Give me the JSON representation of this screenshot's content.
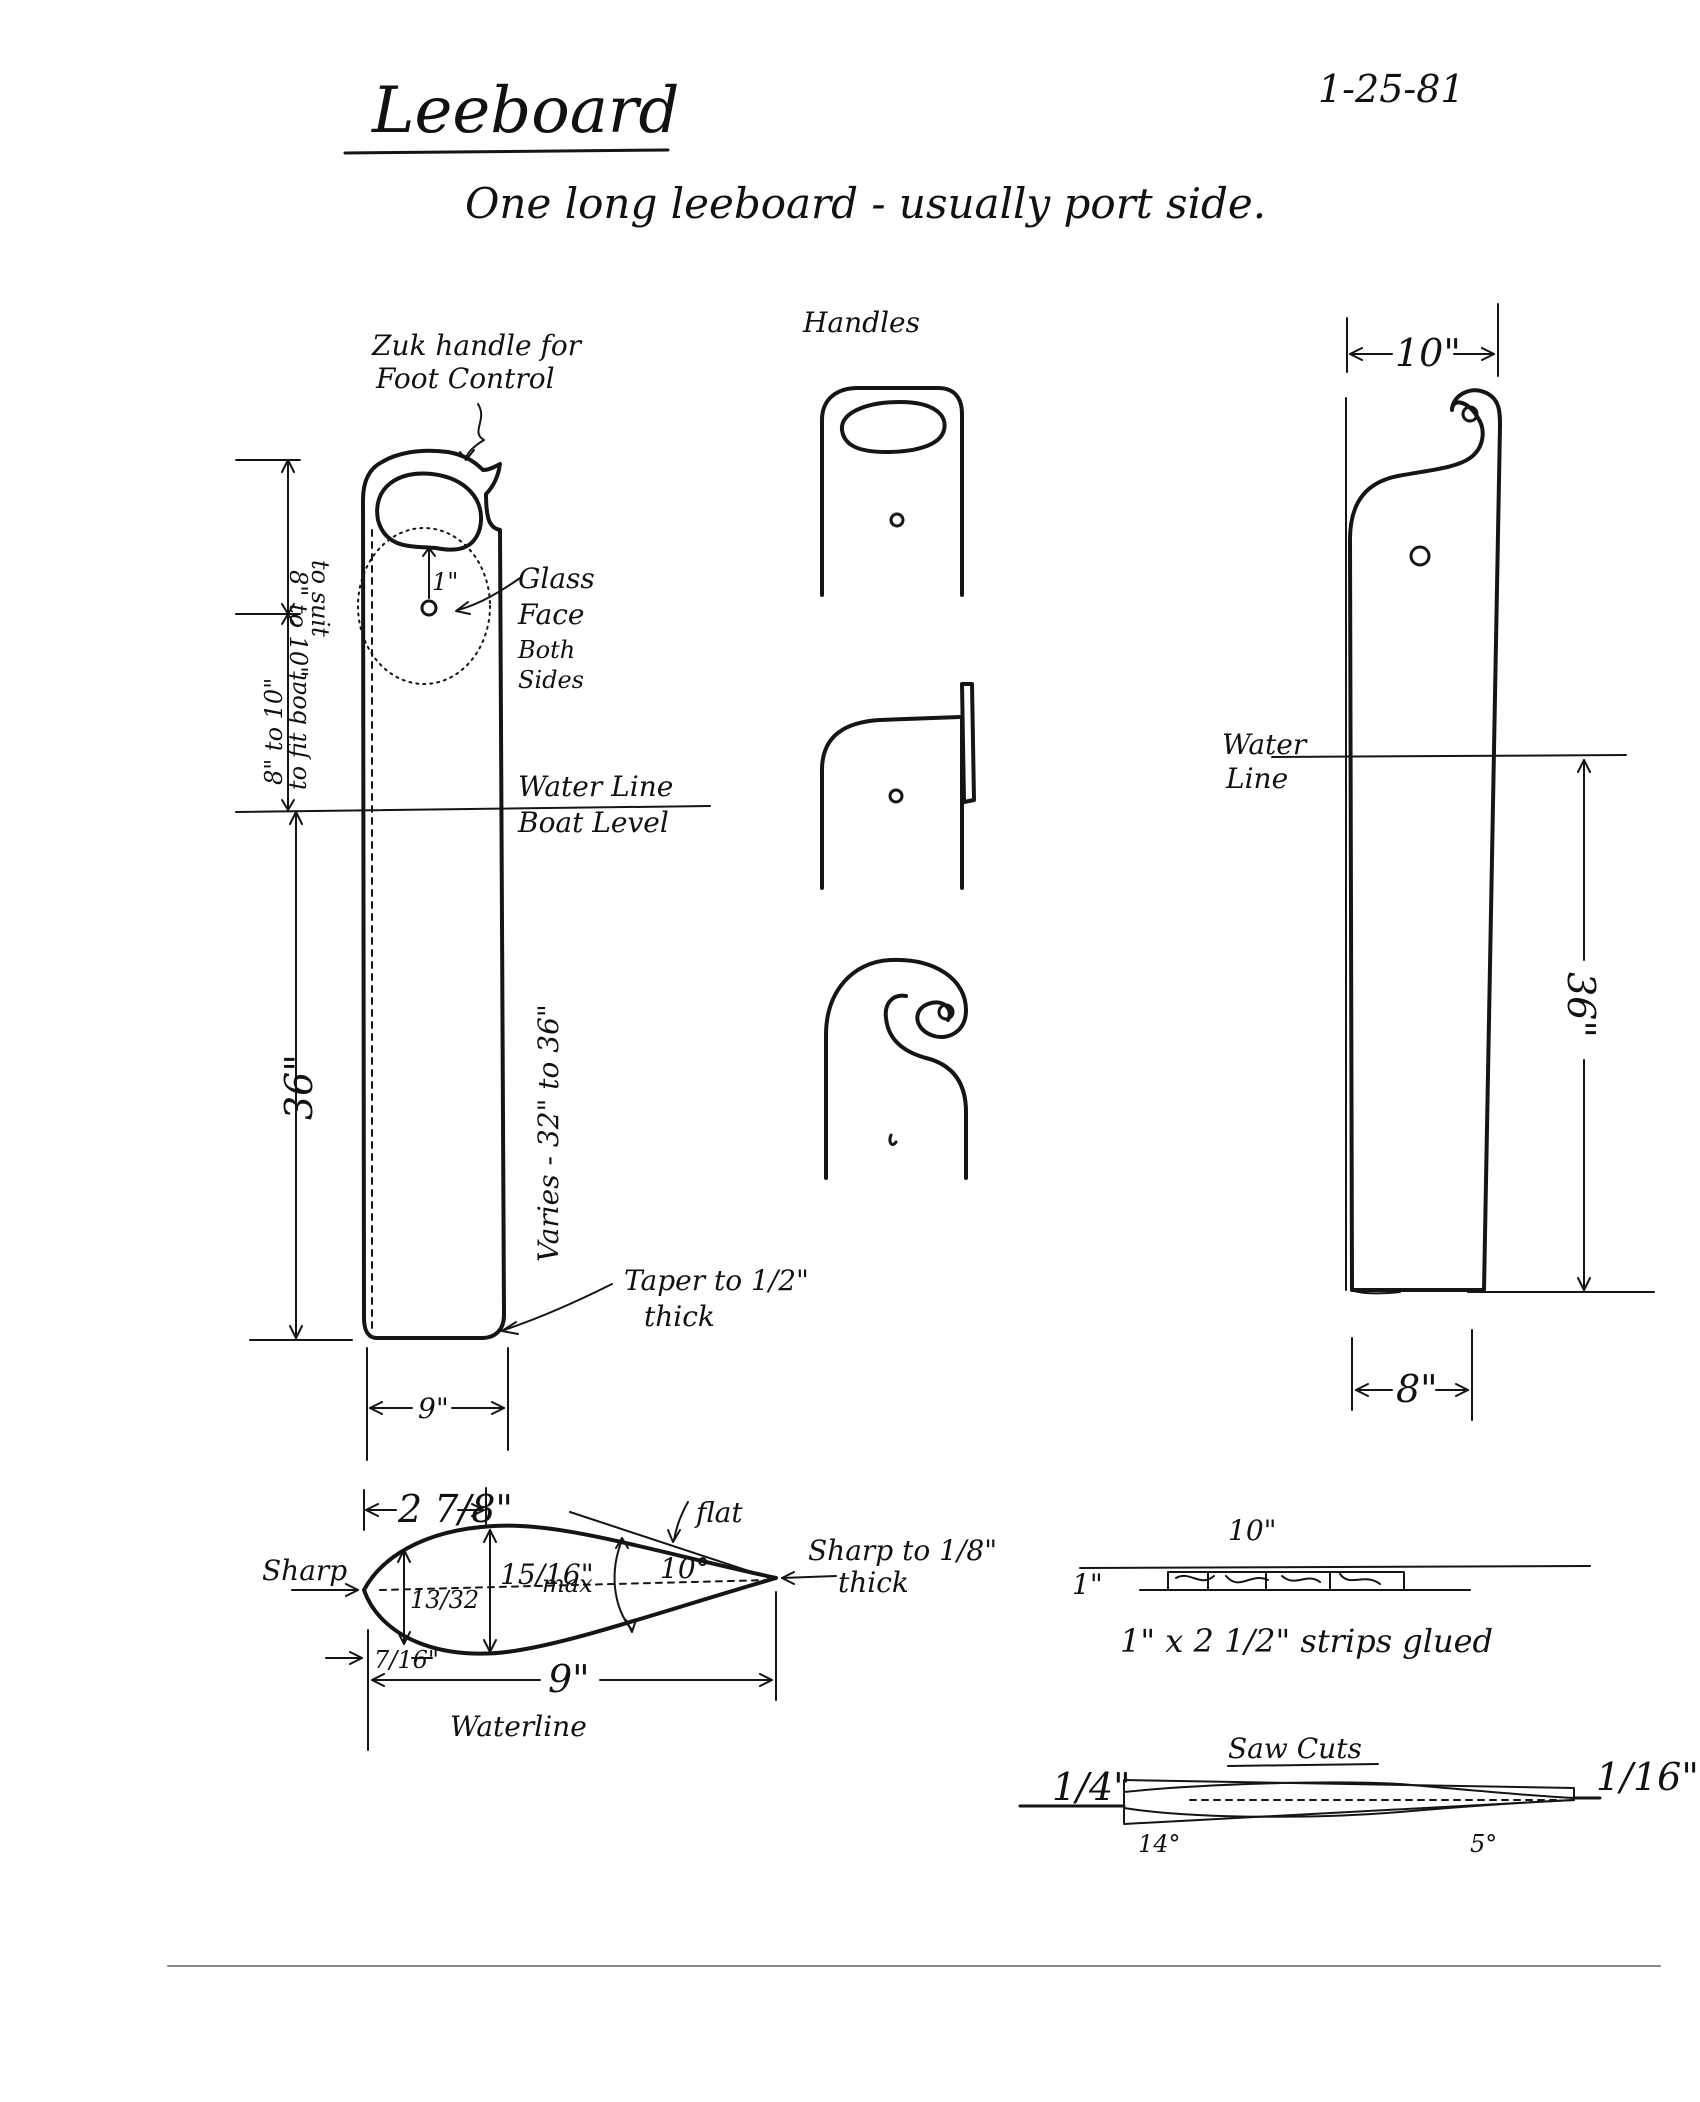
{
  "header": {
    "title": "Leeboard",
    "date": "1-25-81",
    "subtitle": "One long leeboard - usually port side."
  },
  "left_board": {
    "handle_note_line1": "Zuk handle for",
    "handle_note_line2": "Foot Control",
    "dim_top_line1": "8\" to 10\"",
    "dim_top_line2": "to suit",
    "dim_mid_line1": "8\" to 10\"",
    "dim_mid_line2": "to fit boat",
    "hole_label": "1\"",
    "glass_face_line1": "Glass",
    "glass_face_line2": "Face",
    "glass_face_line3": "Both",
    "glass_face_line4": "Sides",
    "waterline_line1": "Water Line",
    "waterline_line2": "Boat Level",
    "length_label": "36\"",
    "varies_label": "Varies - 32\" to 36\"",
    "taper_line1": "Taper to 1/2\"",
    "taper_line2": "thick",
    "width_label": "9\""
  },
  "handles": {
    "heading": "Handles"
  },
  "right_board": {
    "width_top": "10\"",
    "waterline_line1": "Water",
    "waterline_line2": "Line",
    "length_label": "36\"",
    "width_bottom": "8\""
  },
  "section": {
    "top_dim": "2 7/8\"",
    "flat_label": "flat",
    "sharp_left": "Sharp",
    "dim_13_32": "13/32",
    "dim_15_16": "15/16\"",
    "max_label": "max",
    "angle_label": "10°",
    "sharp_right_line1": "Sharp to 1/8\"",
    "sharp_right_line2": "thick",
    "dim_7_16": "7/16\"",
    "length_label": "9\"",
    "caption": "Waterline"
  },
  "strips": {
    "length_label": "10\"",
    "thickness_label": "1\"",
    "caption": "1\" x 2 1/2\" strips glued"
  },
  "saw_cuts": {
    "heading": "Saw Cuts",
    "left_label": "1/4\"",
    "right_label": "1/16\"",
    "angle_left": "14°",
    "angle_right": "5°"
  }
}
